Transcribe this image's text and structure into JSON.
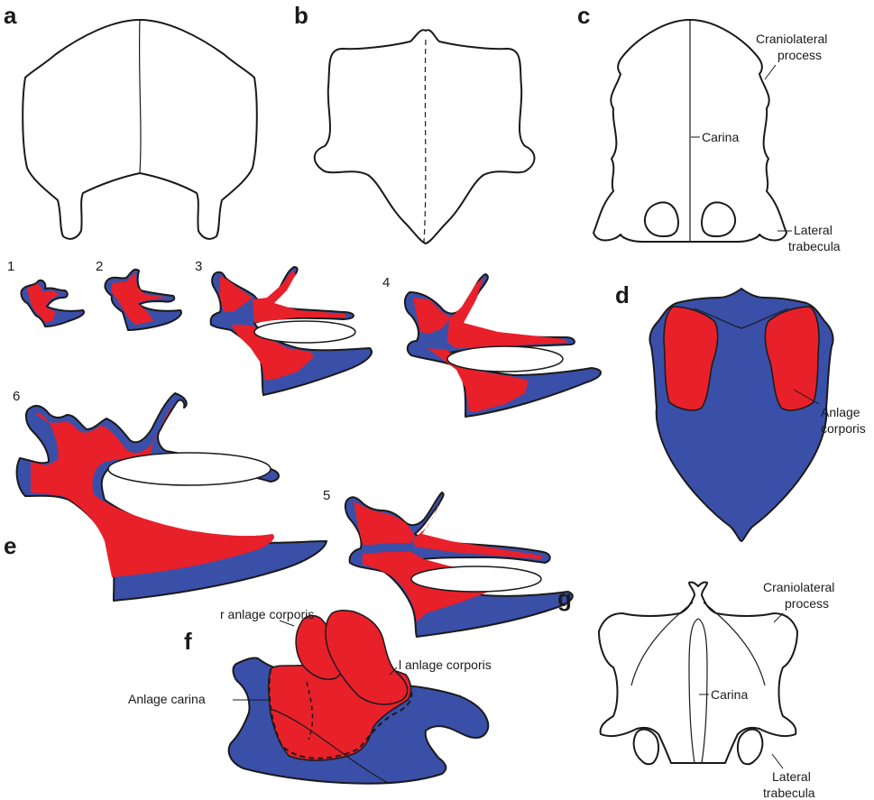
{
  "panels": {
    "a": "a",
    "b": "b",
    "c": "c",
    "d": "d",
    "e": "e",
    "f": "f",
    "g": "g"
  },
  "stages": [
    "1",
    "2",
    "3",
    "4",
    "5",
    "6"
  ],
  "labels": {
    "c_craniolateral_1": "Craniolateral",
    "c_craniolateral_2": "process",
    "c_carina": "Carina",
    "c_lateral_1": "Lateral",
    "c_lateral_2": "trabecula",
    "d_anlage_1": "Anlage",
    "d_anlage_2": "corporis",
    "f_r_anlage": "r anlage corporis",
    "f_l_anlage": "l anlage corporis",
    "f_anlage_carina": "Anlage carina",
    "g_craniolateral_1": "Craniolateral",
    "g_craniolateral_2": "process",
    "g_carina": "Carina",
    "g_lateral_1": "Lateral",
    "g_lateral_2": "trabecula"
  },
  "colors": {
    "blue": "#3a4fa8",
    "red": "#e8202a",
    "outline": "#1a1a1a"
  }
}
